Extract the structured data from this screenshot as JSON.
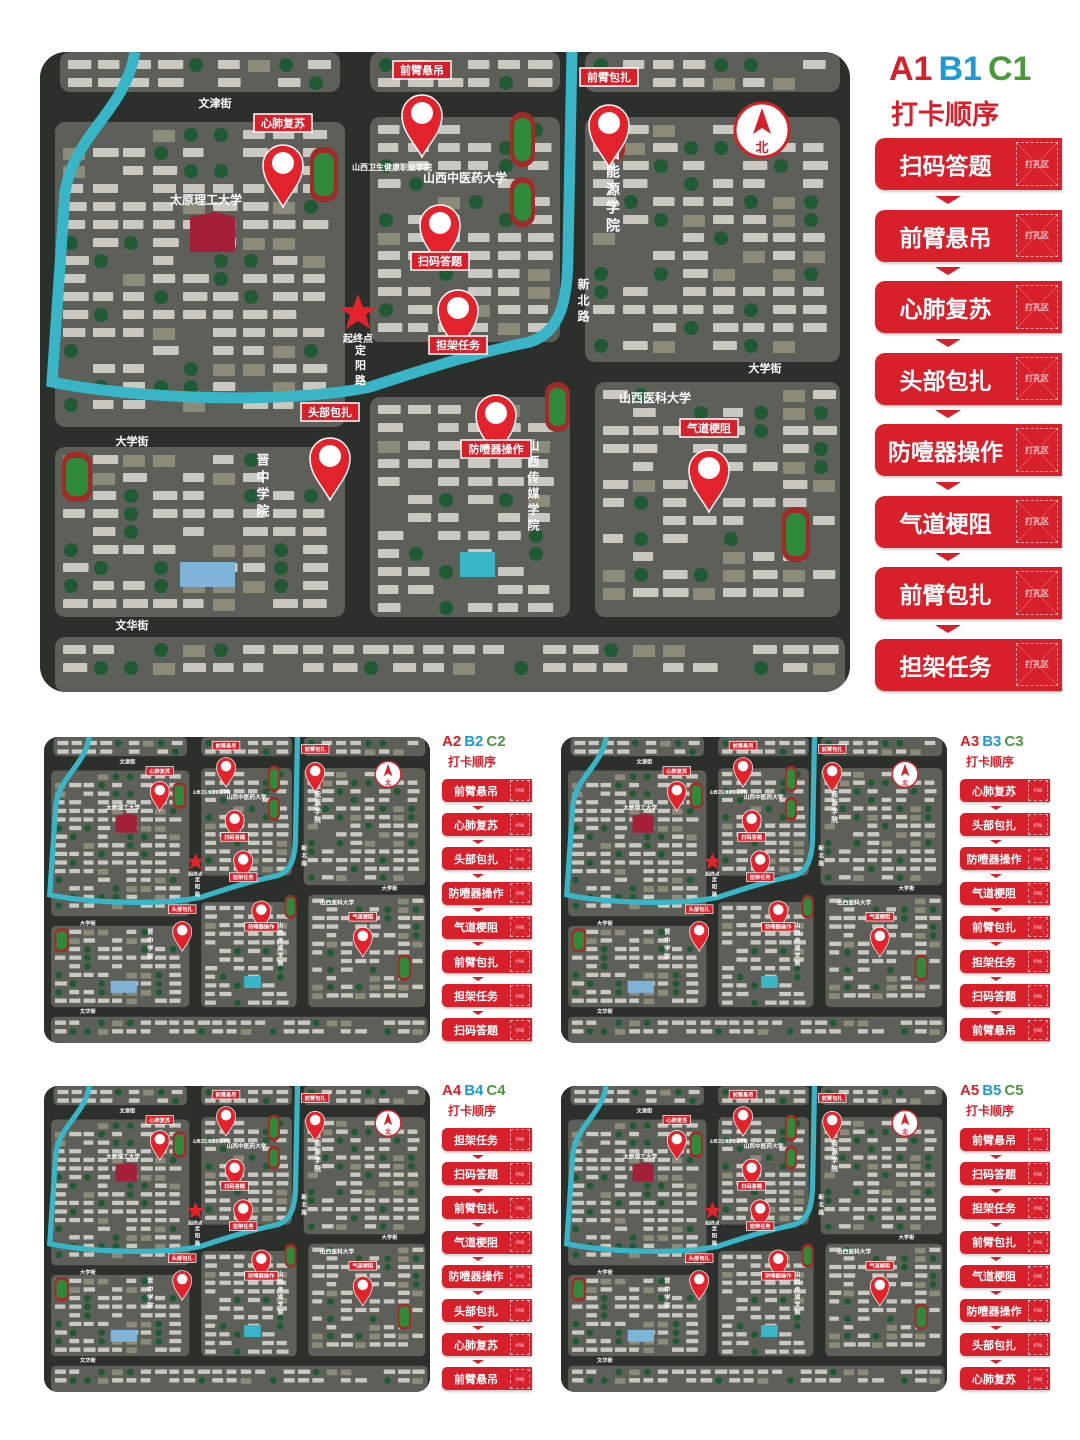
{
  "colors": {
    "red": "#d7202a",
    "blue": "#1a9ad7",
    "green": "#4a9a3a",
    "map_bg": "#3a3f37",
    "river": "#38b6c8"
  },
  "map": {
    "streets": {
      "wenjin": "文津街",
      "daxue_left": "大学街",
      "daxue_right": "大学街",
      "wenhua": "文华街",
      "dingyang": "定阳路",
      "xinbei": "新北路"
    },
    "campuses": {
      "tyut": "太原理工大学",
      "tcm": "山西中医药大学",
      "health": "山西卫生健康职业学院",
      "energy": "山西能源学院",
      "medical": "山西医科大学",
      "jinzhong": "晋中学院",
      "media": "山西传媒学院"
    },
    "start_label": "起终点",
    "north_label": "北",
    "markers": {
      "scan": "扫码答题",
      "sling": "前臂悬吊",
      "cpr": "心肺复苏",
      "head": "头部包扎",
      "choke_device": "防噎器操作",
      "airway": "气道梗阻",
      "forearm": "前臂包扎",
      "stretcher": "担架任务"
    }
  },
  "order_title": "打卡顺序",
  "punch_label": "打孔区",
  "routes": [
    {
      "codes": [
        "A1",
        "B1",
        "C1"
      ],
      "steps": [
        "扫码答题",
        "前臂悬吊",
        "心肺复苏",
        "头部包扎",
        "防噎器操作",
        "气道梗阻",
        "前臂包扎",
        "担架任务"
      ]
    },
    {
      "codes": [
        "A2",
        "B2",
        "C2"
      ],
      "steps": [
        "前臂悬吊",
        "心肺复苏",
        "头部包扎",
        "防噎器操作",
        "气道梗阻",
        "前臂包扎",
        "担架任务",
        "扫码答题"
      ]
    },
    {
      "codes": [
        "A3",
        "B3",
        "C3"
      ],
      "steps": [
        "心肺复苏",
        "头部包扎",
        "防噎器操作",
        "气道梗阻",
        "前臂包扎",
        "担架任务",
        "扫码答题",
        "前臂悬吊"
      ]
    },
    {
      "codes": [
        "A4",
        "B4",
        "C4"
      ],
      "steps": [
        "担架任务",
        "扫码答题",
        "前臂包扎",
        "气道梗阻",
        "防噎器操作",
        "头部包扎",
        "心肺复苏",
        "前臂悬吊"
      ]
    },
    {
      "codes": [
        "A5",
        "B5",
        "C5"
      ],
      "steps": [
        "前臂悬吊",
        "扫码答题",
        "担架任务",
        "前臂包扎",
        "气道梗阻",
        "防噎器操作",
        "头部包扎",
        "心肺复苏"
      ]
    }
  ]
}
